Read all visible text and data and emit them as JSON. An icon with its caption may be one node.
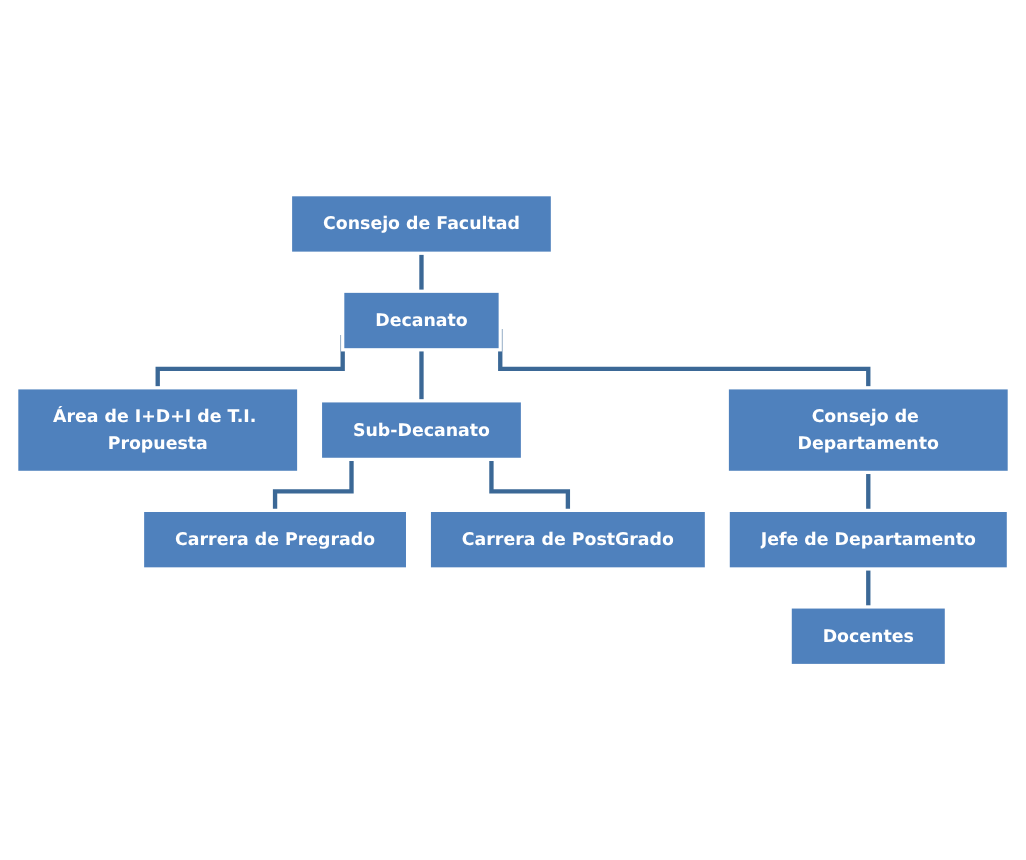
{
  "diagram": {
    "nodes": [
      {
        "text": [
          "Consejo de Facultad"
        ]
      },
      {
        "text": [
          "Decanato"
        ]
      },
      {
        "text": [
          "Área de I+D+I de T.I. Propuesta"
        ]
      },
      {
        "text": [
          "Sub-Decanato"
        ]
      },
      {
        "text": [
          "Consejo de Departamento"
        ]
      },
      {
        "text": [
          "Carrera de Pregrado"
        ]
      },
      {
        "text": [
          "Carrera de PostGrado"
        ]
      },
      {
        "text": [
          "Jefe de Departamento"
        ]
      },
      {
        "text": [
          "Docentes"
        ]
      }
    ],
    "edges": [
      {
        "from": 0,
        "to": 1,
        "arrow": "none"
      },
      {
        "from": 1,
        "to": 2,
        "arrow": "none"
      },
      {
        "from": 1,
        "to": 3,
        "arrow": "none"
      },
      {
        "from": 1,
        "to": 4,
        "arrow": "none"
      },
      {
        "from": 3,
        "to": 5,
        "arrow": "none"
      },
      {
        "from": 3,
        "to": 6,
        "arrow": "none"
      },
      {
        "from": 4,
        "to": 7,
        "arrow": "none"
      },
      {
        "from": 7,
        "to": 8,
        "arrow": "none"
      }
    ]
  }
}
